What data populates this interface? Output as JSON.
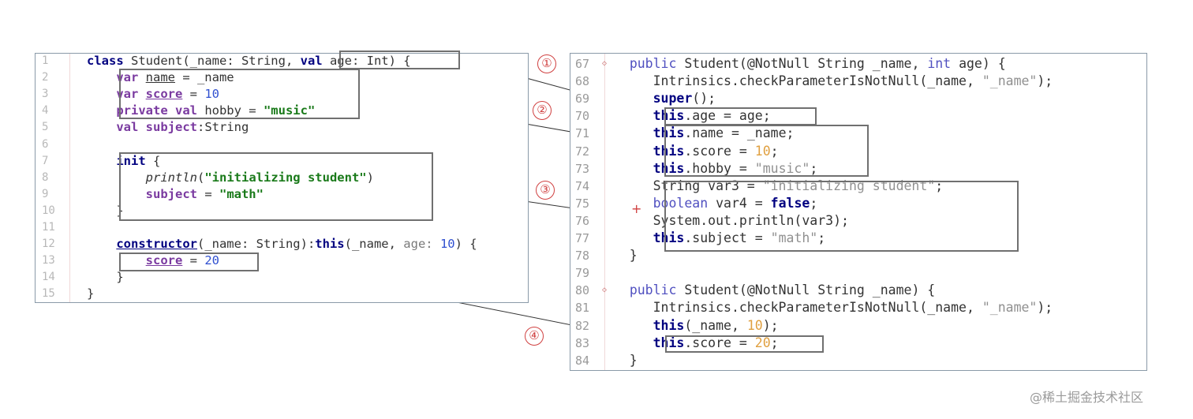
{
  "kotlin_code": {
    "lines": [
      {
        "n": "1",
        "tokens": [
          [
            "kw",
            "class "
          ],
          [
            "",
            "Student(_name: String, "
          ],
          [
            "kw",
            "val"
          ],
          [
            "",
            " age: Int) {"
          ]
        ]
      },
      {
        "n": "2",
        "tokens": [
          [
            "",
            "    "
          ],
          [
            "kw2",
            "var "
          ],
          [
            "und",
            "name"
          ],
          [
            "",
            " = _name"
          ]
        ]
      },
      {
        "n": "3",
        "tokens": [
          [
            "",
            "    "
          ],
          [
            "kw2",
            "var "
          ],
          [
            "fld und",
            "score"
          ],
          [
            "",
            " = "
          ],
          [
            "num",
            "10"
          ]
        ]
      },
      {
        "n": "4",
        "tokens": [
          [
            "",
            "    "
          ],
          [
            "kw2",
            "private val "
          ],
          [
            "",
            "hobby = "
          ],
          [
            "str",
            "\"music\""
          ]
        ]
      },
      {
        "n": "5",
        "tokens": [
          [
            "",
            "    "
          ],
          [
            "kw2",
            "val "
          ],
          [
            "fld",
            "subject"
          ],
          [
            "",
            ":String"
          ]
        ]
      },
      {
        "n": "6",
        "tokens": []
      },
      {
        "n": "7",
        "tokens": [
          [
            "",
            "    "
          ],
          [
            "kw",
            "init "
          ],
          [
            "",
            "{"
          ]
        ]
      },
      {
        "n": "8",
        "tokens": [
          [
            "",
            "        "
          ],
          [
            "fn",
            "println"
          ],
          [
            "",
            "("
          ],
          [
            "str",
            "\"initializing student\""
          ],
          [
            "",
            ")"
          ]
        ]
      },
      {
        "n": "9",
        "tokens": [
          [
            "",
            "        "
          ],
          [
            "fld",
            "subject"
          ],
          [
            "",
            " = "
          ],
          [
            "str",
            "\"math\""
          ]
        ]
      },
      {
        "n": "10",
        "tokens": [
          [
            "",
            "    }"
          ]
        ]
      },
      {
        "n": "11",
        "tokens": []
      },
      {
        "n": "12",
        "tokens": [
          [
            "",
            "    "
          ],
          [
            "kw und",
            "constructor"
          ],
          [
            "",
            "(_name: String):"
          ],
          [
            "kw",
            "this"
          ],
          [
            "",
            "(_name, "
          ],
          [
            "dim",
            "age: "
          ],
          [
            "num",
            "10"
          ],
          [
            "",
            ") {"
          ]
        ]
      },
      {
        "n": "13",
        "tokens": [
          [
            "",
            "        "
          ],
          [
            "fld und",
            "score"
          ],
          [
            "",
            " = "
          ],
          [
            "num",
            "20"
          ]
        ]
      },
      {
        "n": "14",
        "tokens": [
          [
            "",
            "    }"
          ]
        ]
      },
      {
        "n": "15",
        "tokens": [
          [
            "",
            "}"
          ]
        ]
      }
    ]
  },
  "java_code": {
    "lines": [
      {
        "n": "67",
        "tokens": [
          [
            "",
            "   "
          ],
          [
            "kwj",
            "public "
          ],
          [
            "",
            "Student(@NotNull String _name, "
          ],
          [
            "kwj",
            "int "
          ],
          [
            "",
            "age) {"
          ]
        ]
      },
      {
        "n": "68",
        "tokens": [
          [
            "",
            "      Intrinsics.checkParameterIsNotNull(_name, "
          ],
          [
            "strj",
            "\"_name\""
          ],
          [
            "",
            ");"
          ]
        ]
      },
      {
        "n": "69",
        "tokens": [
          [
            "",
            "      "
          ],
          [
            "kw",
            "super"
          ],
          [
            "",
            "();"
          ]
        ]
      },
      {
        "n": "70",
        "tokens": [
          [
            "",
            "      "
          ],
          [
            "kw",
            "this"
          ],
          [
            "",
            ".age = age;"
          ]
        ]
      },
      {
        "n": "71",
        "tokens": [
          [
            "",
            "      "
          ],
          [
            "kw",
            "this"
          ],
          [
            "",
            ".name = _name;"
          ]
        ]
      },
      {
        "n": "72",
        "tokens": [
          [
            "",
            "      "
          ],
          [
            "kw",
            "this"
          ],
          [
            "",
            ".score = "
          ],
          [
            "numj",
            "10"
          ],
          [
            "",
            ";"
          ]
        ]
      },
      {
        "n": "73",
        "tokens": [
          [
            "",
            "      "
          ],
          [
            "kw",
            "this"
          ],
          [
            "",
            ".hobby = "
          ],
          [
            "strj",
            "\"music\""
          ],
          [
            "",
            ";"
          ]
        ]
      },
      {
        "n": "74",
        "tokens": [
          [
            "",
            "      String var3 = "
          ],
          [
            "strj",
            "\"initializing student\""
          ],
          [
            "",
            ";"
          ]
        ]
      },
      {
        "n": "75",
        "tokens": [
          [
            "",
            "      "
          ],
          [
            "kwj",
            "boolean "
          ],
          [
            "",
            "var4 = "
          ],
          [
            "kw",
            "false"
          ],
          [
            "",
            ";"
          ]
        ]
      },
      {
        "n": "76",
        "tokens": [
          [
            "",
            "      System.out.println(var3);"
          ]
        ]
      },
      {
        "n": "77",
        "tokens": [
          [
            "",
            "      "
          ],
          [
            "kw",
            "this"
          ],
          [
            "",
            ".subject = "
          ],
          [
            "strj",
            "\"math\""
          ],
          [
            "",
            ";"
          ]
        ]
      },
      {
        "n": "78",
        "tokens": [
          [
            "",
            "   }"
          ]
        ]
      },
      {
        "n": "79",
        "tokens": []
      },
      {
        "n": "80",
        "tokens": [
          [
            "",
            "   "
          ],
          [
            "kwj",
            "public "
          ],
          [
            "",
            "Student(@NotNull String _name) {"
          ]
        ]
      },
      {
        "n": "81",
        "tokens": [
          [
            "",
            "      Intrinsics.checkParameterIsNotNull(_name, "
          ],
          [
            "strj",
            "\"_name\""
          ],
          [
            "",
            ");"
          ]
        ]
      },
      {
        "n": "82",
        "tokens": [
          [
            "",
            "      "
          ],
          [
            "kw",
            "this"
          ],
          [
            "",
            "(_name, "
          ],
          [
            "numj",
            "10"
          ],
          [
            "",
            ");"
          ]
        ]
      },
      {
        "n": "83",
        "tokens": [
          [
            "",
            "      "
          ],
          [
            "kw",
            "this"
          ],
          [
            "",
            ".score = "
          ],
          [
            "numj",
            "20"
          ],
          [
            "",
            ";"
          ]
        ]
      },
      {
        "n": "84",
        "tokens": [
          [
            "",
            "   }"
          ]
        ]
      }
    ]
  },
  "markers": [
    "①",
    "②",
    "③",
    "④"
  ],
  "edit_mark": "+",
  "watermark": "@稀土掘金技术社区",
  "colors": {
    "marker": "#d04040",
    "box": "#707070",
    "arrow": "#333333"
  }
}
